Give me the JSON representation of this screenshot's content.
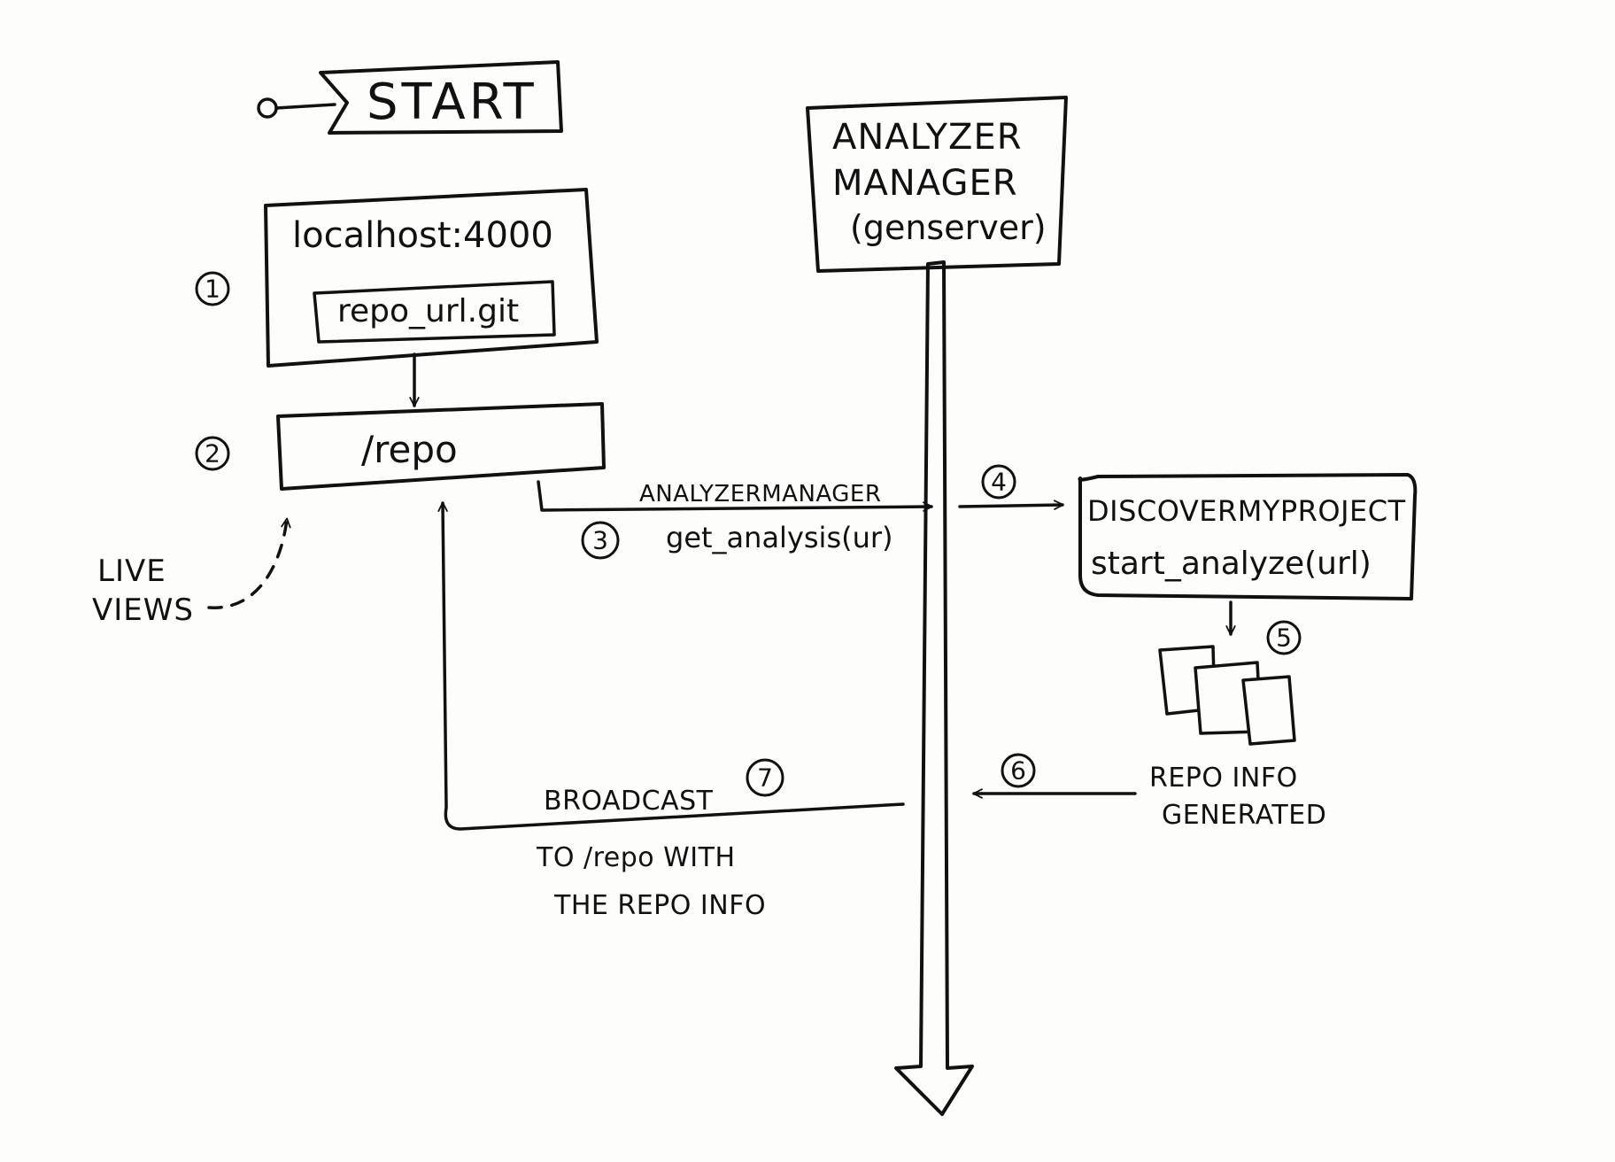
{
  "start": {
    "label": "START"
  },
  "steps": {
    "s1": "1",
    "s2": "2",
    "s3": "3",
    "s4": "4",
    "s5": "5",
    "s6": "6",
    "s7": "7"
  },
  "localhost_box": {
    "title": "localhost:4000",
    "input_value": "repo_url.git"
  },
  "repo_box": {
    "label": "/repo"
  },
  "live_views": {
    "line1": "LIVE",
    "line2": "VIEWS"
  },
  "analyzer_manager": {
    "line1": "ANALYZER",
    "line2": "MANAGER",
    "line3": "(genserver)"
  },
  "call_label": {
    "line1": "ANALYZERMANAGER",
    "line2": "get_analysis(ur)"
  },
  "discover_box": {
    "line1": "DISCOVERMYPROJECT",
    "line2": "start_analyze(url)"
  },
  "repo_info": {
    "line1": "REPO INFO",
    "line2": "GENERATED"
  },
  "broadcast": {
    "line1": "BROADCAST",
    "line2": "TO /repo WITH",
    "line3": "THE REPO INFO"
  }
}
